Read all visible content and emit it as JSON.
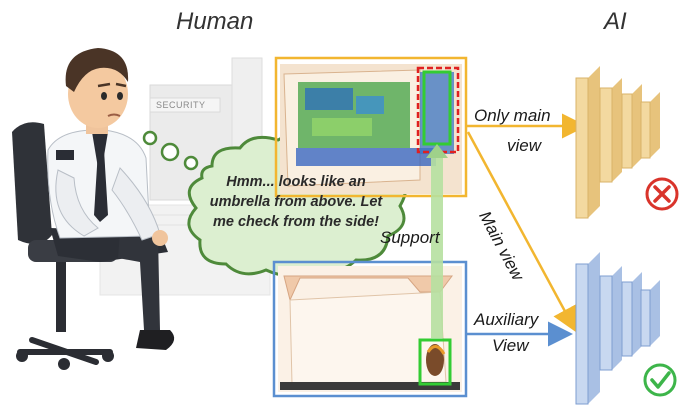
{
  "headings": {
    "human": "Human",
    "ai": "AI"
  },
  "thought_bubble": {
    "text": "Hmm... looks like an umbrella from above. Let me check from the side!"
  },
  "security_sign": "SECURITY",
  "arrows": {
    "only_main_line1": "Only main",
    "only_main_line2": "view",
    "main_view": "Main view",
    "support": "Support",
    "auxiliary_line1": "Auxiliary",
    "auxiliary_line2": "View"
  },
  "results": {
    "top": "cross",
    "bottom": "check"
  },
  "colors": {
    "main_frame": "#f2b630",
    "aux_frame": "#5b8fd0",
    "detect_box": "#33cc33",
    "dashed_box": "#e02020",
    "support_arrow": "#b6e0a0",
    "model_top": "#f3d9a0",
    "model_bottom": "#c8d8f0",
    "cross": "#d9342b",
    "check": "#3db54a",
    "bubble_fill": "#dcefd0",
    "bubble_stroke": "#4e8a3a"
  }
}
